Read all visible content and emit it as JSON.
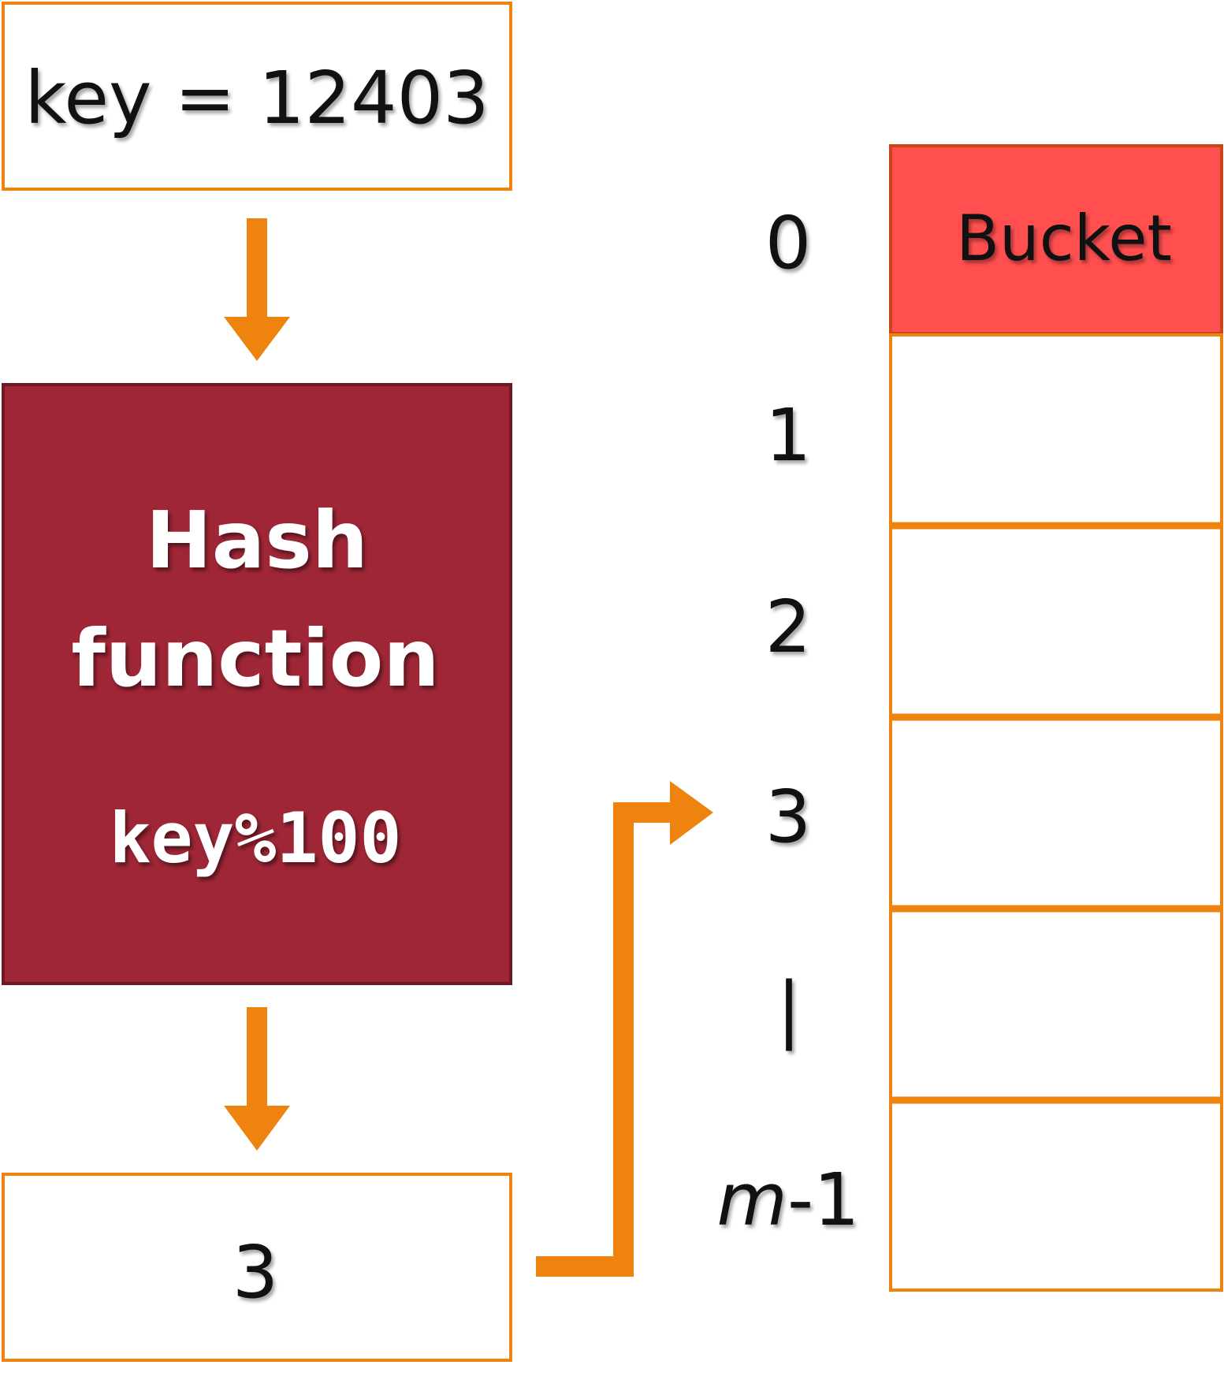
{
  "key_box": {
    "text": "key = 12403"
  },
  "hash_box": {
    "title_line1": "Hash",
    "title_line2": "function",
    "formula": "key%100"
  },
  "result_box": {
    "text": "3"
  },
  "table": {
    "bucket_label": "Bucket",
    "indices": [
      "0",
      "1",
      "2",
      "3",
      "|"
    ],
    "last_index_var": "m",
    "last_index_suffix": "-1"
  },
  "colors": {
    "orange": "#EF8310",
    "hash_fill": "#9E2636",
    "bucket_fill": "#FF4F4F",
    "box_fill": "#FFFFFF"
  }
}
